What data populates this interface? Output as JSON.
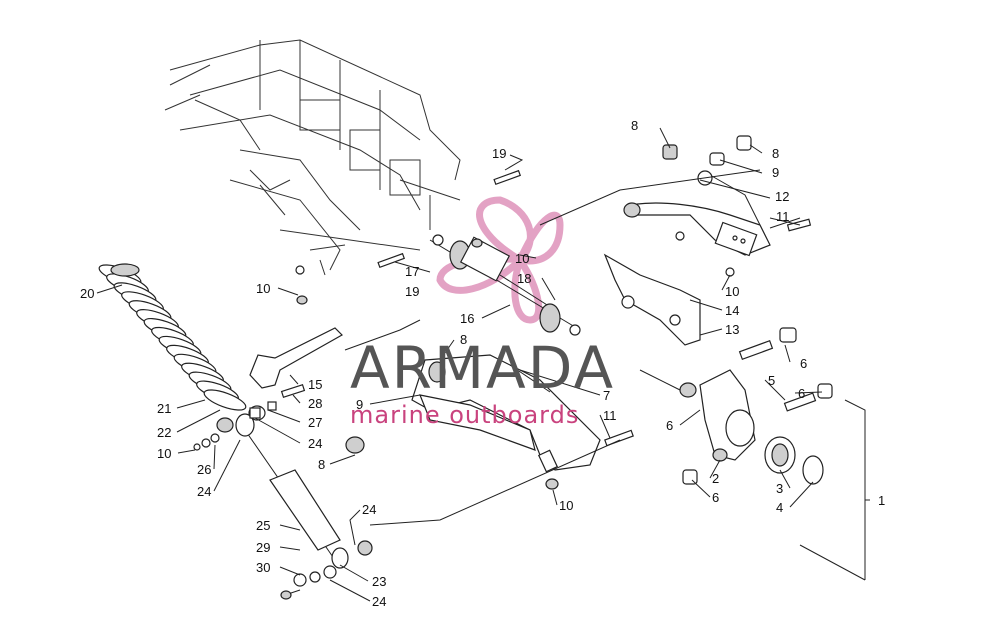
{
  "watermark": {
    "brand": "ARMADA",
    "tagline": "marine outboards",
    "brand_color": "#555555",
    "accent_color": "#c9437e"
  },
  "callouts": [
    {
      "id": "c-20",
      "text": "20"
    },
    {
      "id": "c-10a",
      "text": "10"
    },
    {
      "id": "c-19a",
      "text": "19"
    },
    {
      "id": "c-17",
      "text": "17"
    },
    {
      "id": "c-19b",
      "text": "19"
    },
    {
      "id": "c-10b",
      "text": "10"
    },
    {
      "id": "c-18",
      "text": "18"
    },
    {
      "id": "c-16",
      "text": "16"
    },
    {
      "id": "c-8a",
      "text": "8"
    },
    {
      "id": "c-8b",
      "text": "8"
    },
    {
      "id": "c-9a",
      "text": "9"
    },
    {
      "id": "c-12",
      "text": "12"
    },
    {
      "id": "c-11a",
      "text": "11"
    },
    {
      "id": "c-10c",
      "text": "10"
    },
    {
      "id": "c-14",
      "text": "14"
    },
    {
      "id": "c-13",
      "text": "13"
    },
    {
      "id": "c-8c",
      "text": "8"
    },
    {
      "id": "c-15",
      "text": "15"
    },
    {
      "id": "c-28",
      "text": "28"
    },
    {
      "id": "c-27",
      "text": "27"
    },
    {
      "id": "c-24a",
      "text": "24"
    },
    {
      "id": "c-21",
      "text": "21"
    },
    {
      "id": "c-22",
      "text": "22"
    },
    {
      "id": "c-10d",
      "text": "10"
    },
    {
      "id": "c-26",
      "text": "26"
    },
    {
      "id": "c-24b",
      "text": "24"
    },
    {
      "id": "c-9b",
      "text": "9"
    },
    {
      "id": "c-8d",
      "text": "8"
    },
    {
      "id": "c-7",
      "text": "7"
    },
    {
      "id": "c-11b",
      "text": "11"
    },
    {
      "id": "c-6a",
      "text": "6"
    },
    {
      "id": "c-5",
      "text": "5"
    },
    {
      "id": "c-6b",
      "text": "6"
    },
    {
      "id": "c-6c",
      "text": "6"
    },
    {
      "id": "c-2",
      "text": "2"
    },
    {
      "id": "c-6d",
      "text": "6"
    },
    {
      "id": "c-3",
      "text": "3"
    },
    {
      "id": "c-4",
      "text": "4"
    },
    {
      "id": "c-1",
      "text": "1"
    },
    {
      "id": "c-10e",
      "text": "10"
    },
    {
      "id": "c-24c",
      "text": "24"
    },
    {
      "id": "c-25",
      "text": "25"
    },
    {
      "id": "c-29",
      "text": "29"
    },
    {
      "id": "c-30",
      "text": "30"
    },
    {
      "id": "c-23",
      "text": "23"
    },
    {
      "id": "c-24d",
      "text": "24"
    }
  ]
}
